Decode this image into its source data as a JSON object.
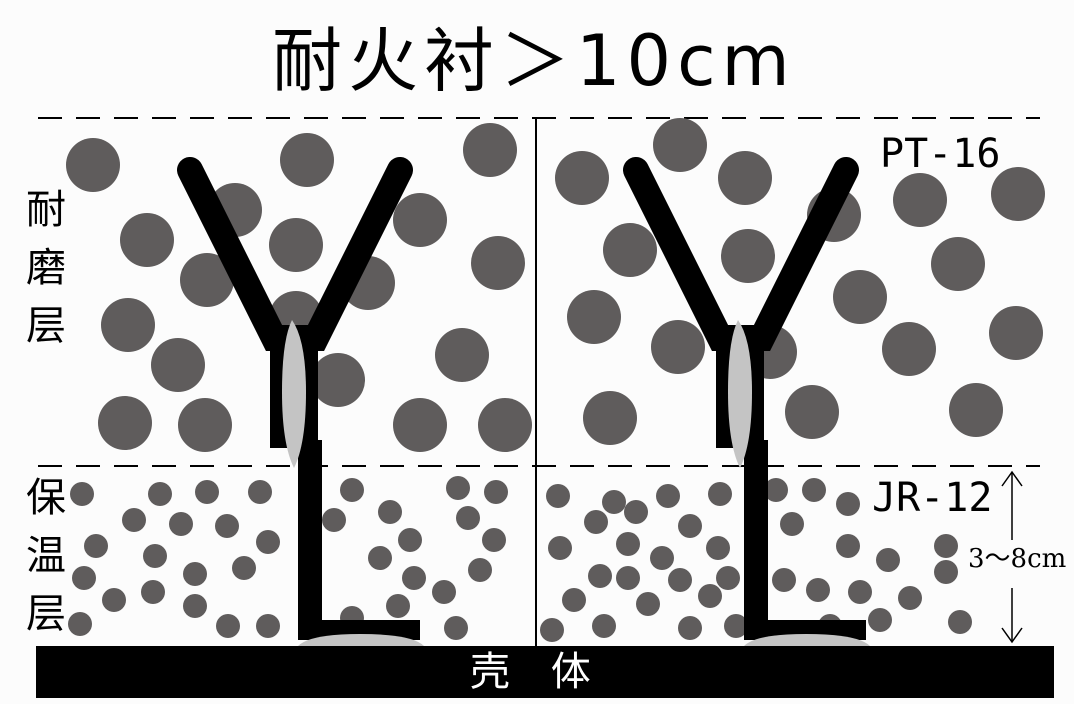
{
  "title": "耐火衬＞10cm",
  "wear_layer_label": [
    "耐",
    "磨",
    "层"
  ],
  "insulation_layer_label": [
    "保",
    "温",
    "层"
  ],
  "wear_material": "PT-16",
  "insulation_material": "JR-12",
  "insulation_thickness": "3～8cm",
  "shell_label": "壳 体",
  "colors": {
    "aggregate": "#5f5c5c",
    "anchor": "#000000",
    "weld": "#c4c4c4",
    "shell": "#000000",
    "background": "#fcfcfc"
  }
}
